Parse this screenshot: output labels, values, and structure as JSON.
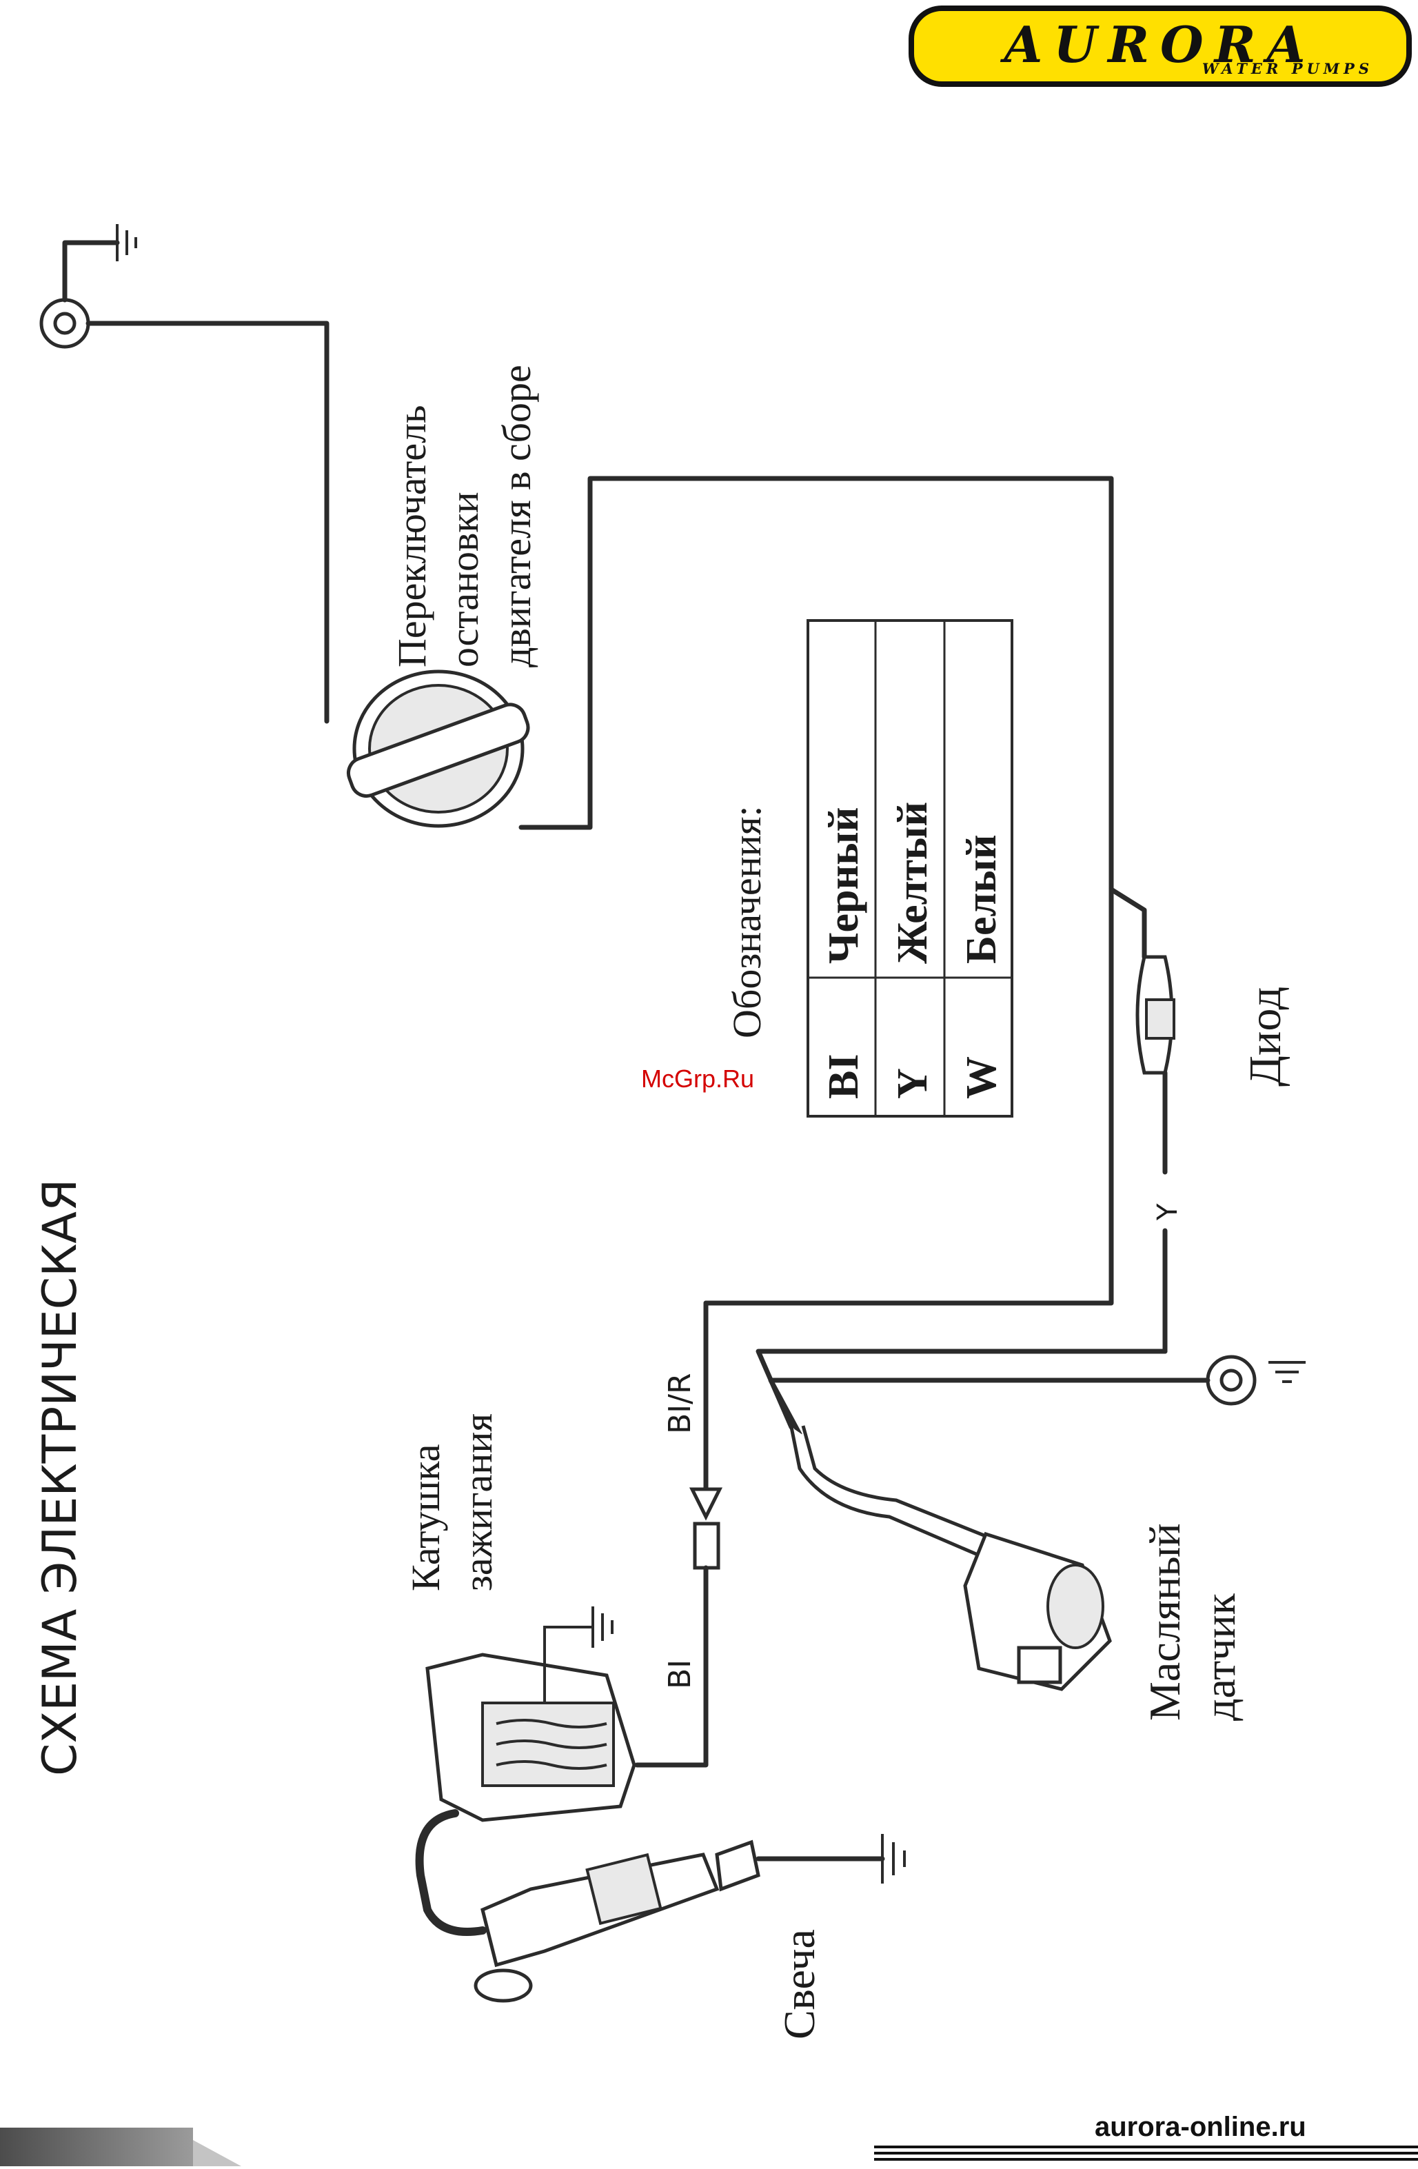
{
  "brand": {
    "name": "AURORA",
    "tagline": "WATER PUMPS",
    "url": "aurora-online.ru"
  },
  "title": "СХЕМА ЭЛЕКТРИЧЕСКАЯ",
  "watermark": "McGrp.Ru",
  "components": {
    "stop_switch": [
      "Переключатель",
      "остановки",
      "двигателя в сборе"
    ],
    "ignition_coil": [
      "Катушка",
      "зажигания"
    ],
    "spark_plug": "Свеча",
    "oil_sensor": [
      "Масляный",
      "датчик"
    ],
    "diode": "Диод"
  },
  "wire_labels": {
    "bl": "BI",
    "blr": "BI/R",
    "y": "Y"
  },
  "legend": {
    "title": "Обозначения:",
    "rows": [
      {
        "code": "BI",
        "name": "Черный"
      },
      {
        "code": "Y",
        "name": "Желтый"
      },
      {
        "code": "W",
        "name": "Белый"
      }
    ]
  },
  "colors": {
    "logo_yellow": "#ffe000",
    "watermark_red": "#d40000",
    "line": "#2b2b2b"
  }
}
